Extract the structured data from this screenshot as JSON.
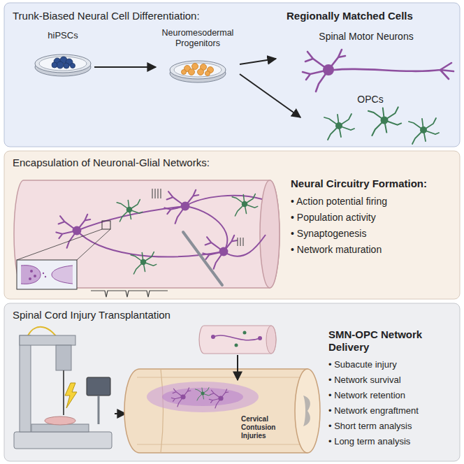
{
  "diagram": {
    "nodes": [
      {
        "text": [
          "Trunk-Biased Neural Cell Differentiation:",
          "Regionally Matched Cells"
        ]
      },
      {
        "text": [
          "hiPSCs"
        ],
        "in": 0
      },
      {
        "text": [
          "Neuromesodermal Progenitors"
        ],
        "in": 0
      },
      {
        "text": [
          "Spinal Motor Neurons"
        ],
        "in": 0
      },
      {
        "text": [
          "OPCs"
        ],
        "in": 0
      },
      {
        "text": [
          "Encapsulation of Neuronal-Glial Networks:",
          "Neural Circuitry Formation:"
        ]
      },
      {
        "text": [
          "Spinal Cord Injury Transplantation",
          "SMN-OPC Network Delivery"
        ]
      }
    ],
    "edges": [
      {
        "from": 1,
        "to": 2,
        "arrow": "to"
      },
      {
        "from": 2,
        "to": 3,
        "arrow": "to"
      },
      {
        "from": 2,
        "to": 4,
        "arrow": "to"
      }
    ],
    "labels": [
      "• Action potential firing",
      "• Population activity",
      "• Synaptogenesis",
      "• Network maturation",
      "• Subacute injury",
      "• Network survival",
      "• Network retention",
      "• Network engraftment",
      "• Short term analysis",
      "• Long term analysis",
      "Cervical Contusion Injuries"
    ]
  }
}
